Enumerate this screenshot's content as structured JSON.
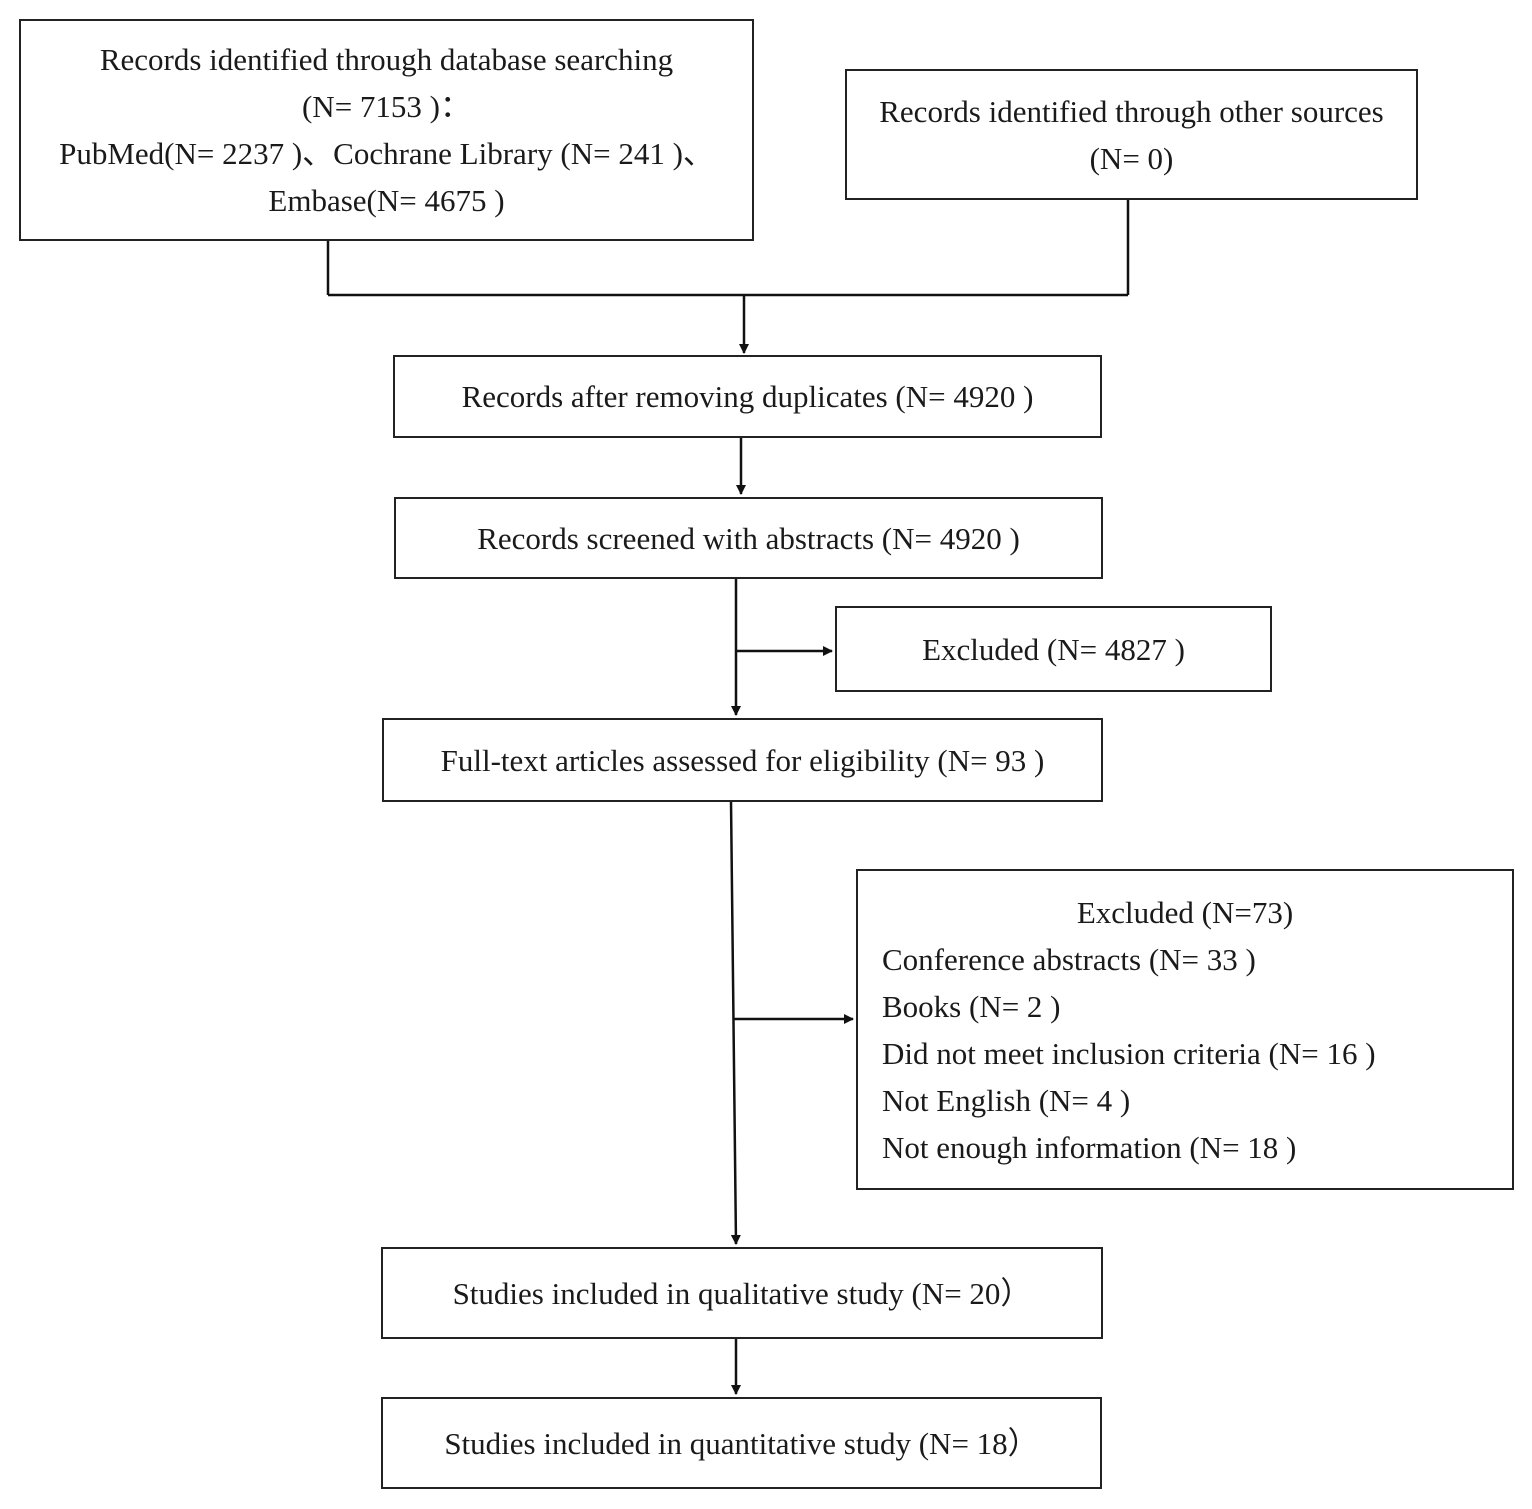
{
  "boxes": {
    "database_search": {
      "line1": "Records identified through database searching",
      "line2": "(N= 7153 )：",
      "line3": "PubMed(N= 2237 )、Cochrane Library (N= 241 )、",
      "line4": "Embase(N= 4675 )"
    },
    "other_sources": {
      "line1": "Records identified through other sources",
      "line2": "(N= 0)"
    },
    "after_duplicates": "Records after removing duplicates (N= 4920 )",
    "screened": "Records screened with abstracts (N= 4920 )",
    "excluded_abstracts": "Excluded (N= 4827 )",
    "full_text": "Full-text articles assessed for eligibility (N= 93 )",
    "excluded_full_text": {
      "heading": "Excluded (N=73)",
      "reasons": [
        "Conference abstracts (N= 33 )",
        "Books (N= 2 )",
        "Did not meet inclusion criteria (N= 16 )",
        "Not English (N= 4 )",
        "Not enough information (N= 18 )"
      ]
    },
    "qualitative": "Studies included in qualitative study (N= 20）",
    "quantitative": "Studies included in  quantitative study (N= 18）"
  }
}
